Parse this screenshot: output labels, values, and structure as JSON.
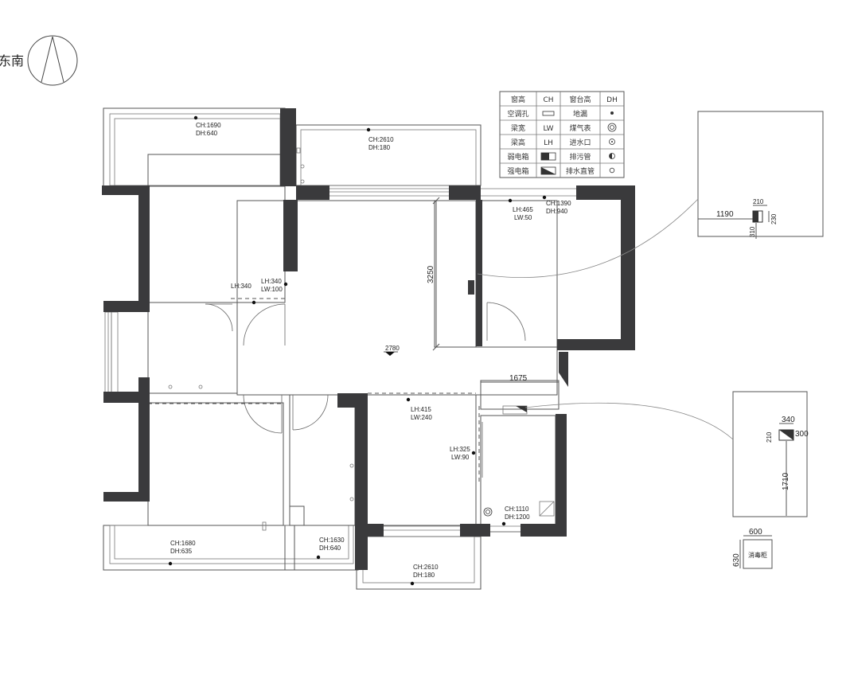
{
  "compass": {
    "label": "东南"
  },
  "legend": {
    "rows": [
      [
        "窗高",
        "CH",
        "窗台高",
        "DH"
      ],
      [
        "空调孔",
        "",
        "地漏",
        ""
      ],
      [
        "梁宽",
        "LW",
        "煤气表",
        ""
      ],
      [
        "梁高",
        "LH",
        "进水口",
        ""
      ],
      [
        "弱电箱",
        "",
        "排污管",
        ""
      ],
      [
        "强电箱",
        "",
        "排水直管",
        ""
      ]
    ],
    "icons": [
      [
        null,
        null
      ],
      [
        "ac-hole-icon",
        "floor-drain-icon"
      ],
      [
        null,
        "gas-meter-icon"
      ],
      [
        null,
        "water-inlet-icon"
      ],
      [
        "weak-current-box-icon",
        "sewage-pipe-icon"
      ],
      [
        "strong-current-box-icon",
        "drain-pipe-icon"
      ]
    ]
  },
  "windows": [
    {
      "id": "top-left-balcony",
      "ch": "CH:1690",
      "dh": "DH:640"
    },
    {
      "id": "top-center",
      "ch": "CH:2610",
      "dh": "DH:180"
    },
    {
      "id": "top-right",
      "ch": "CH:1390",
      "dh": "DH:940"
    },
    {
      "id": "kitchen",
      "ch": "CH:1110",
      "dh": "DH:1200"
    },
    {
      "id": "bottom-left-balcony",
      "ch": "CH:1680",
      "dh": "DH:635"
    },
    {
      "id": "bottom-middle",
      "ch": "CH:1630",
      "dh": "DH:640"
    },
    {
      "id": "bottom-center",
      "ch": "CH:2610",
      "dh": "DH:180"
    }
  ],
  "beams": [
    {
      "id": "hall-left-1",
      "lh": "LH:340"
    },
    {
      "id": "hall-left-2",
      "lh": "LH:340",
      "lw": "LW:100"
    },
    {
      "id": "top-right",
      "lh": "LH:465",
      "lw": "LW:50"
    },
    {
      "id": "center",
      "lh": "LH:415",
      "lw": "LW:240"
    },
    {
      "id": "right-side",
      "lh": "LH:325",
      "lw": "LW:90"
    }
  ],
  "dimensions": {
    "living_height": "3250",
    "ceiling_mark": "2780",
    "cabinet_width": "1675",
    "detail1_left": "1190",
    "detail1_top": "210",
    "detail1_right": "230",
    "detail1_bottom": "310",
    "detail2_top": "340",
    "detail2_right": "300",
    "detail2_left": "210",
    "detail2_long": "1710",
    "cabinet_w": "600",
    "cabinet_h": "630"
  },
  "cabinet": {
    "label": "消毒柜"
  }
}
